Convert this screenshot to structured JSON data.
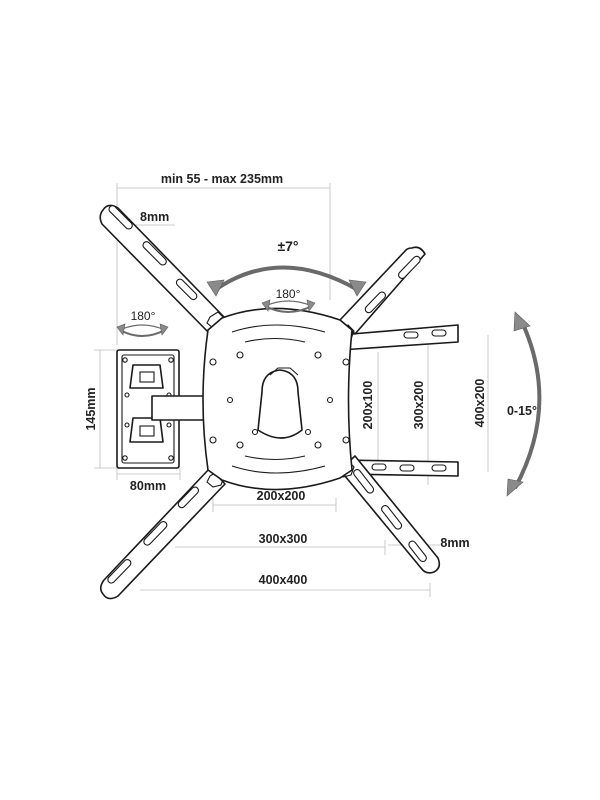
{
  "labels": {
    "arm_extension": "min 55 - max 235mm",
    "arm_thickness_top": "8mm",
    "tilt_top": "±7°",
    "swivel_center": "180°",
    "swivel_wall": "180°",
    "wall_plate_height": "145mm",
    "wall_plate_width": "80mm",
    "vesa_200x100": "200x100",
    "vesa_300x200": "300x200",
    "vesa_400x200": "400x200",
    "tilt_side": "0-15°",
    "vesa_200x200": "200x200",
    "vesa_300x300": "300x300",
    "arm_thickness_bottom": "8mm",
    "vesa_400x400": "400x400"
  },
  "colors": {
    "line": "#1a1a1a",
    "dimension_line": "#bdbdbd",
    "arrow": "#8a8a8a",
    "background": "#ffffff"
  }
}
